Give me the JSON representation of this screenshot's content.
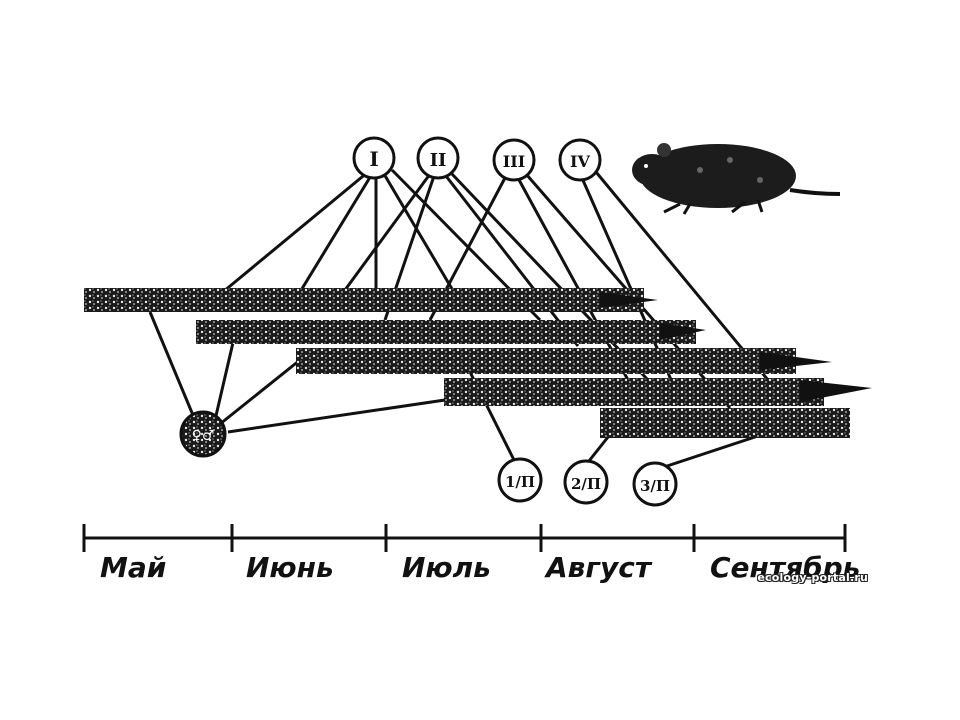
{
  "diagram": {
    "months": [
      "Май",
      "Июнь",
      "Июль",
      "Август",
      "Сентябрь"
    ],
    "generation_markers": [
      "I",
      "II",
      "III",
      "IV"
    ],
    "parent_marker": "♀♂",
    "brood_markers": [
      "1/П",
      "2/П",
      "3/П"
    ],
    "watermark": "ecology-portal.ru",
    "animal_icon": "vole-icon",
    "colors": {
      "ink": "#111111",
      "background": "#ffffff",
      "stipple": "#777777"
    }
  }
}
